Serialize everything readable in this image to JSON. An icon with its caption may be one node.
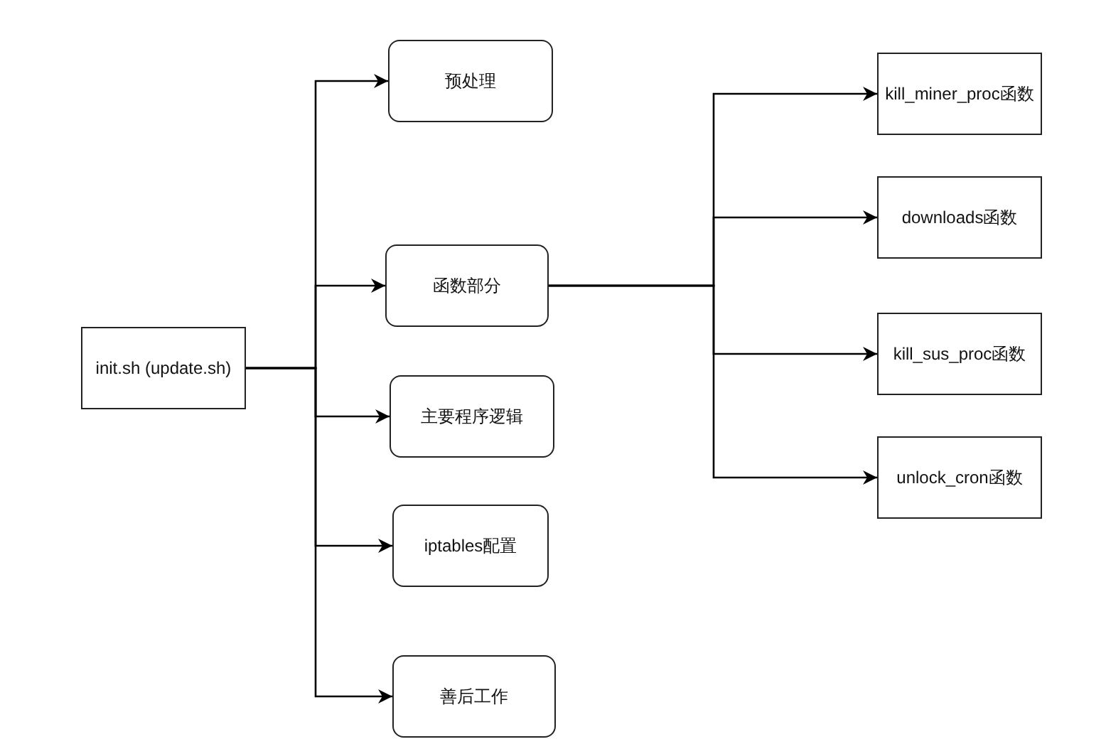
{
  "diagram": {
    "nodes": [
      {
        "text": [
          "init.sh (update.sh)"
        ]
      },
      {
        "text": [
          "预处理"
        ]
      },
      {
        "text": [
          "函数部分"
        ]
      },
      {
        "text": [
          "主要程序逻辑"
        ]
      },
      {
        "text": [
          "iptables配置"
        ]
      },
      {
        "text": [
          "善后工作"
        ]
      },
      {
        "text": [
          "kill_miner_proc函数"
        ]
      },
      {
        "text": [
          "downloads函数"
        ]
      },
      {
        "text": [
          "kill_sus_proc函数"
        ]
      },
      {
        "text": [
          "unlock_cron函数"
        ]
      }
    ],
    "edges": [
      {
        "from": 0,
        "to": 1,
        "arrow": "to"
      },
      {
        "from": 0,
        "to": 2,
        "arrow": "to"
      },
      {
        "from": 0,
        "to": 3,
        "arrow": "to"
      },
      {
        "from": 0,
        "to": 4,
        "arrow": "to"
      },
      {
        "from": 0,
        "to": 5,
        "arrow": "to"
      },
      {
        "from": 2,
        "to": 6,
        "arrow": "to"
      },
      {
        "from": 2,
        "to": 7,
        "arrow": "to"
      },
      {
        "from": 2,
        "to": 8,
        "arrow": "to"
      },
      {
        "from": 2,
        "to": 9,
        "arrow": "to"
      }
    ]
  }
}
